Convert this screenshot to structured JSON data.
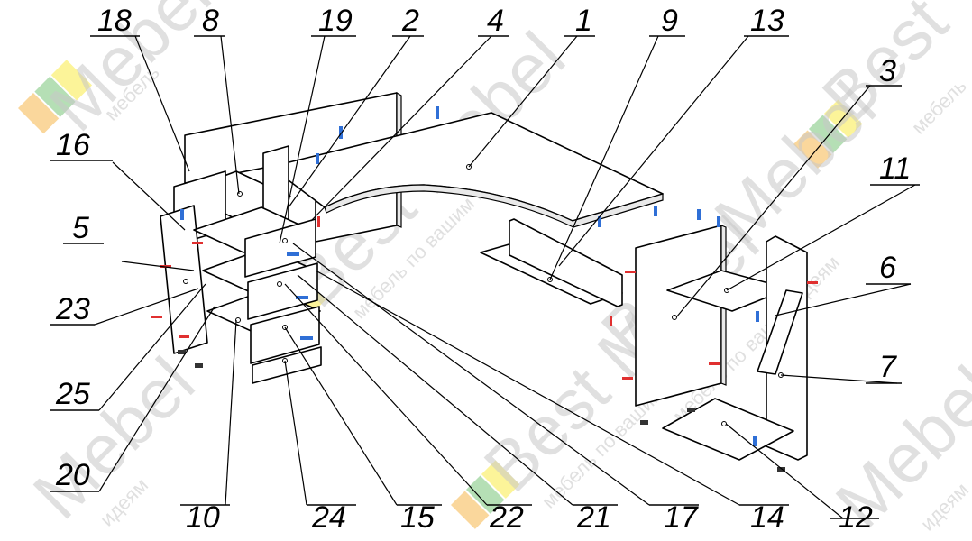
{
  "watermark": {
    "brand": "Best Mebel",
    "tagline": "мебель по вашим идеям",
    "brand_short": "Mebel",
    "brand_first": "Best",
    "tag_short": "мебель",
    "tag_fragment": "идеям"
  },
  "callouts": [
    {
      "id": "18",
      "label": "18"
    },
    {
      "id": "8",
      "label": "8"
    },
    {
      "id": "19",
      "label": "19"
    },
    {
      "id": "2",
      "label": "2"
    },
    {
      "id": "4",
      "label": "4"
    },
    {
      "id": "1",
      "label": "1"
    },
    {
      "id": "9",
      "label": "9"
    },
    {
      "id": "13",
      "label": "13"
    },
    {
      "id": "3",
      "label": "3"
    },
    {
      "id": "11",
      "label": "11"
    },
    {
      "id": "16",
      "label": "16"
    },
    {
      "id": "5",
      "label": "5"
    },
    {
      "id": "6",
      "label": "6"
    },
    {
      "id": "23",
      "label": "23"
    },
    {
      "id": "7",
      "label": "7"
    },
    {
      "id": "25",
      "label": "25"
    },
    {
      "id": "20",
      "label": "20"
    },
    {
      "id": "10",
      "label": "10"
    },
    {
      "id": "24",
      "label": "24"
    },
    {
      "id": "15",
      "label": "15"
    },
    {
      "id": "22",
      "label": "22"
    },
    {
      "id": "21",
      "label": "21"
    },
    {
      "id": "17",
      "label": "17"
    },
    {
      "id": "14",
      "label": "14"
    },
    {
      "id": "12",
      "label": "12"
    }
  ],
  "colors": {
    "line": "#000000",
    "screw": "#2f6fd6",
    "pin": "#e03030",
    "watermark_gray": "#c8c8c8",
    "logo_orange": "#f5a623",
    "logo_green": "#5cb85c",
    "logo_yellow": "#f8e71c"
  }
}
